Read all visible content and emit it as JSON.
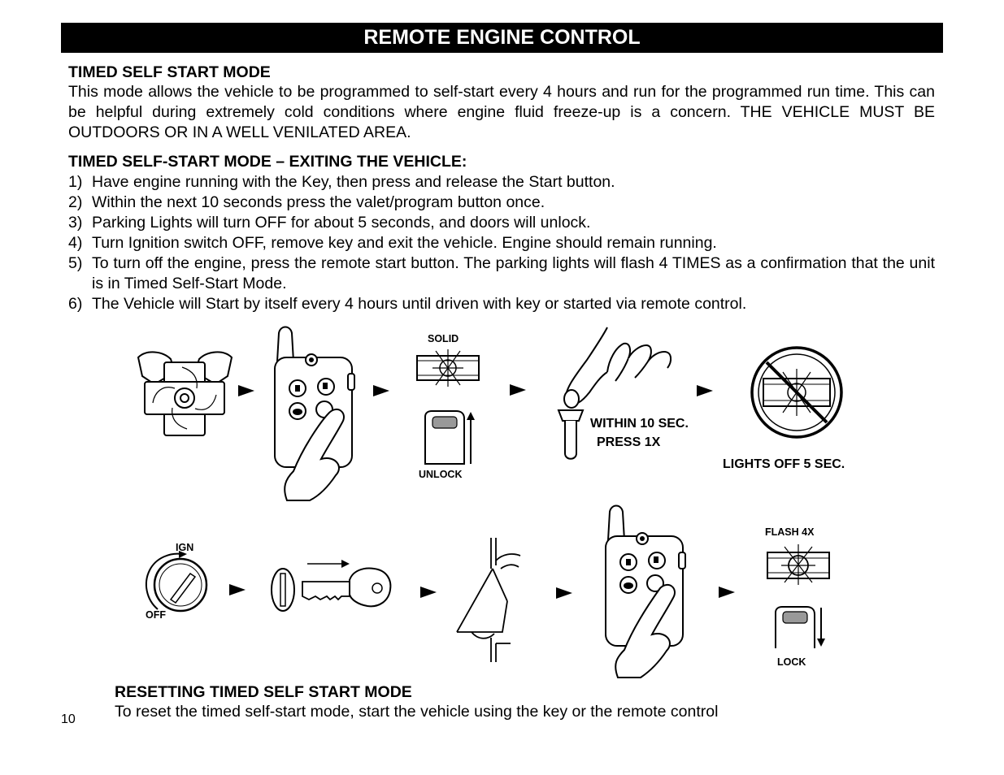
{
  "header": {
    "title": "REMOTE ENGINE CONTROL"
  },
  "section1": {
    "heading": "TIMED SELF START MODE",
    "body": "This mode allows the vehicle to be programmed to self-start every 4 hours and run for the programmed run time. This can be helpful during extremely cold conditions where engine fluid freeze-up is a concern.  THE VEHICLE MUST BE OUTDOORS OR IN A WELL VENILATED AREA."
  },
  "section2": {
    "heading": "TIMED SELF-START MODE – EXITING THE VEHICLE:",
    "steps": [
      {
        "num": "1)",
        "text": "Have engine running with the Key, then press and release the Start button."
      },
      {
        "num": "2)",
        "text": "Within the next 10 seconds press the valet/program button once."
      },
      {
        "num": "3)",
        "text": "Parking Lights will turn OFF for about 5 seconds, and doors will unlock."
      },
      {
        "num": "4)",
        "text": "Turn Ignition switch OFF, remove key and exit the vehicle. Engine should remain running."
      },
      {
        "num": "5)",
        "text": "To turn off the engine, press the remote start button.  The parking lights will flash 4 TIMES as a confirmation that the unit is in Timed Self-Start Mode."
      },
      {
        "num": "6)",
        "text": "The Vehicle will Start by itself every 4 hours until driven with key or started via remote control."
      }
    ]
  },
  "diagram": {
    "solid": "SOLID",
    "unlock": "UNLOCK",
    "within": "WITHIN 10 SEC.",
    "press": "PRESS 1X",
    "lights_off": "LIGHTS OFF 5 SEC.",
    "ign": "IGN",
    "off": "OFF",
    "flash": "FLASH 4X",
    "lock": "LOCK"
  },
  "section3": {
    "heading": "RESETTING TIMED SELF START MODE",
    "body": "To reset the timed self-start mode, start the vehicle using the key or the remote control"
  },
  "footer": {
    "page_number": "10"
  }
}
